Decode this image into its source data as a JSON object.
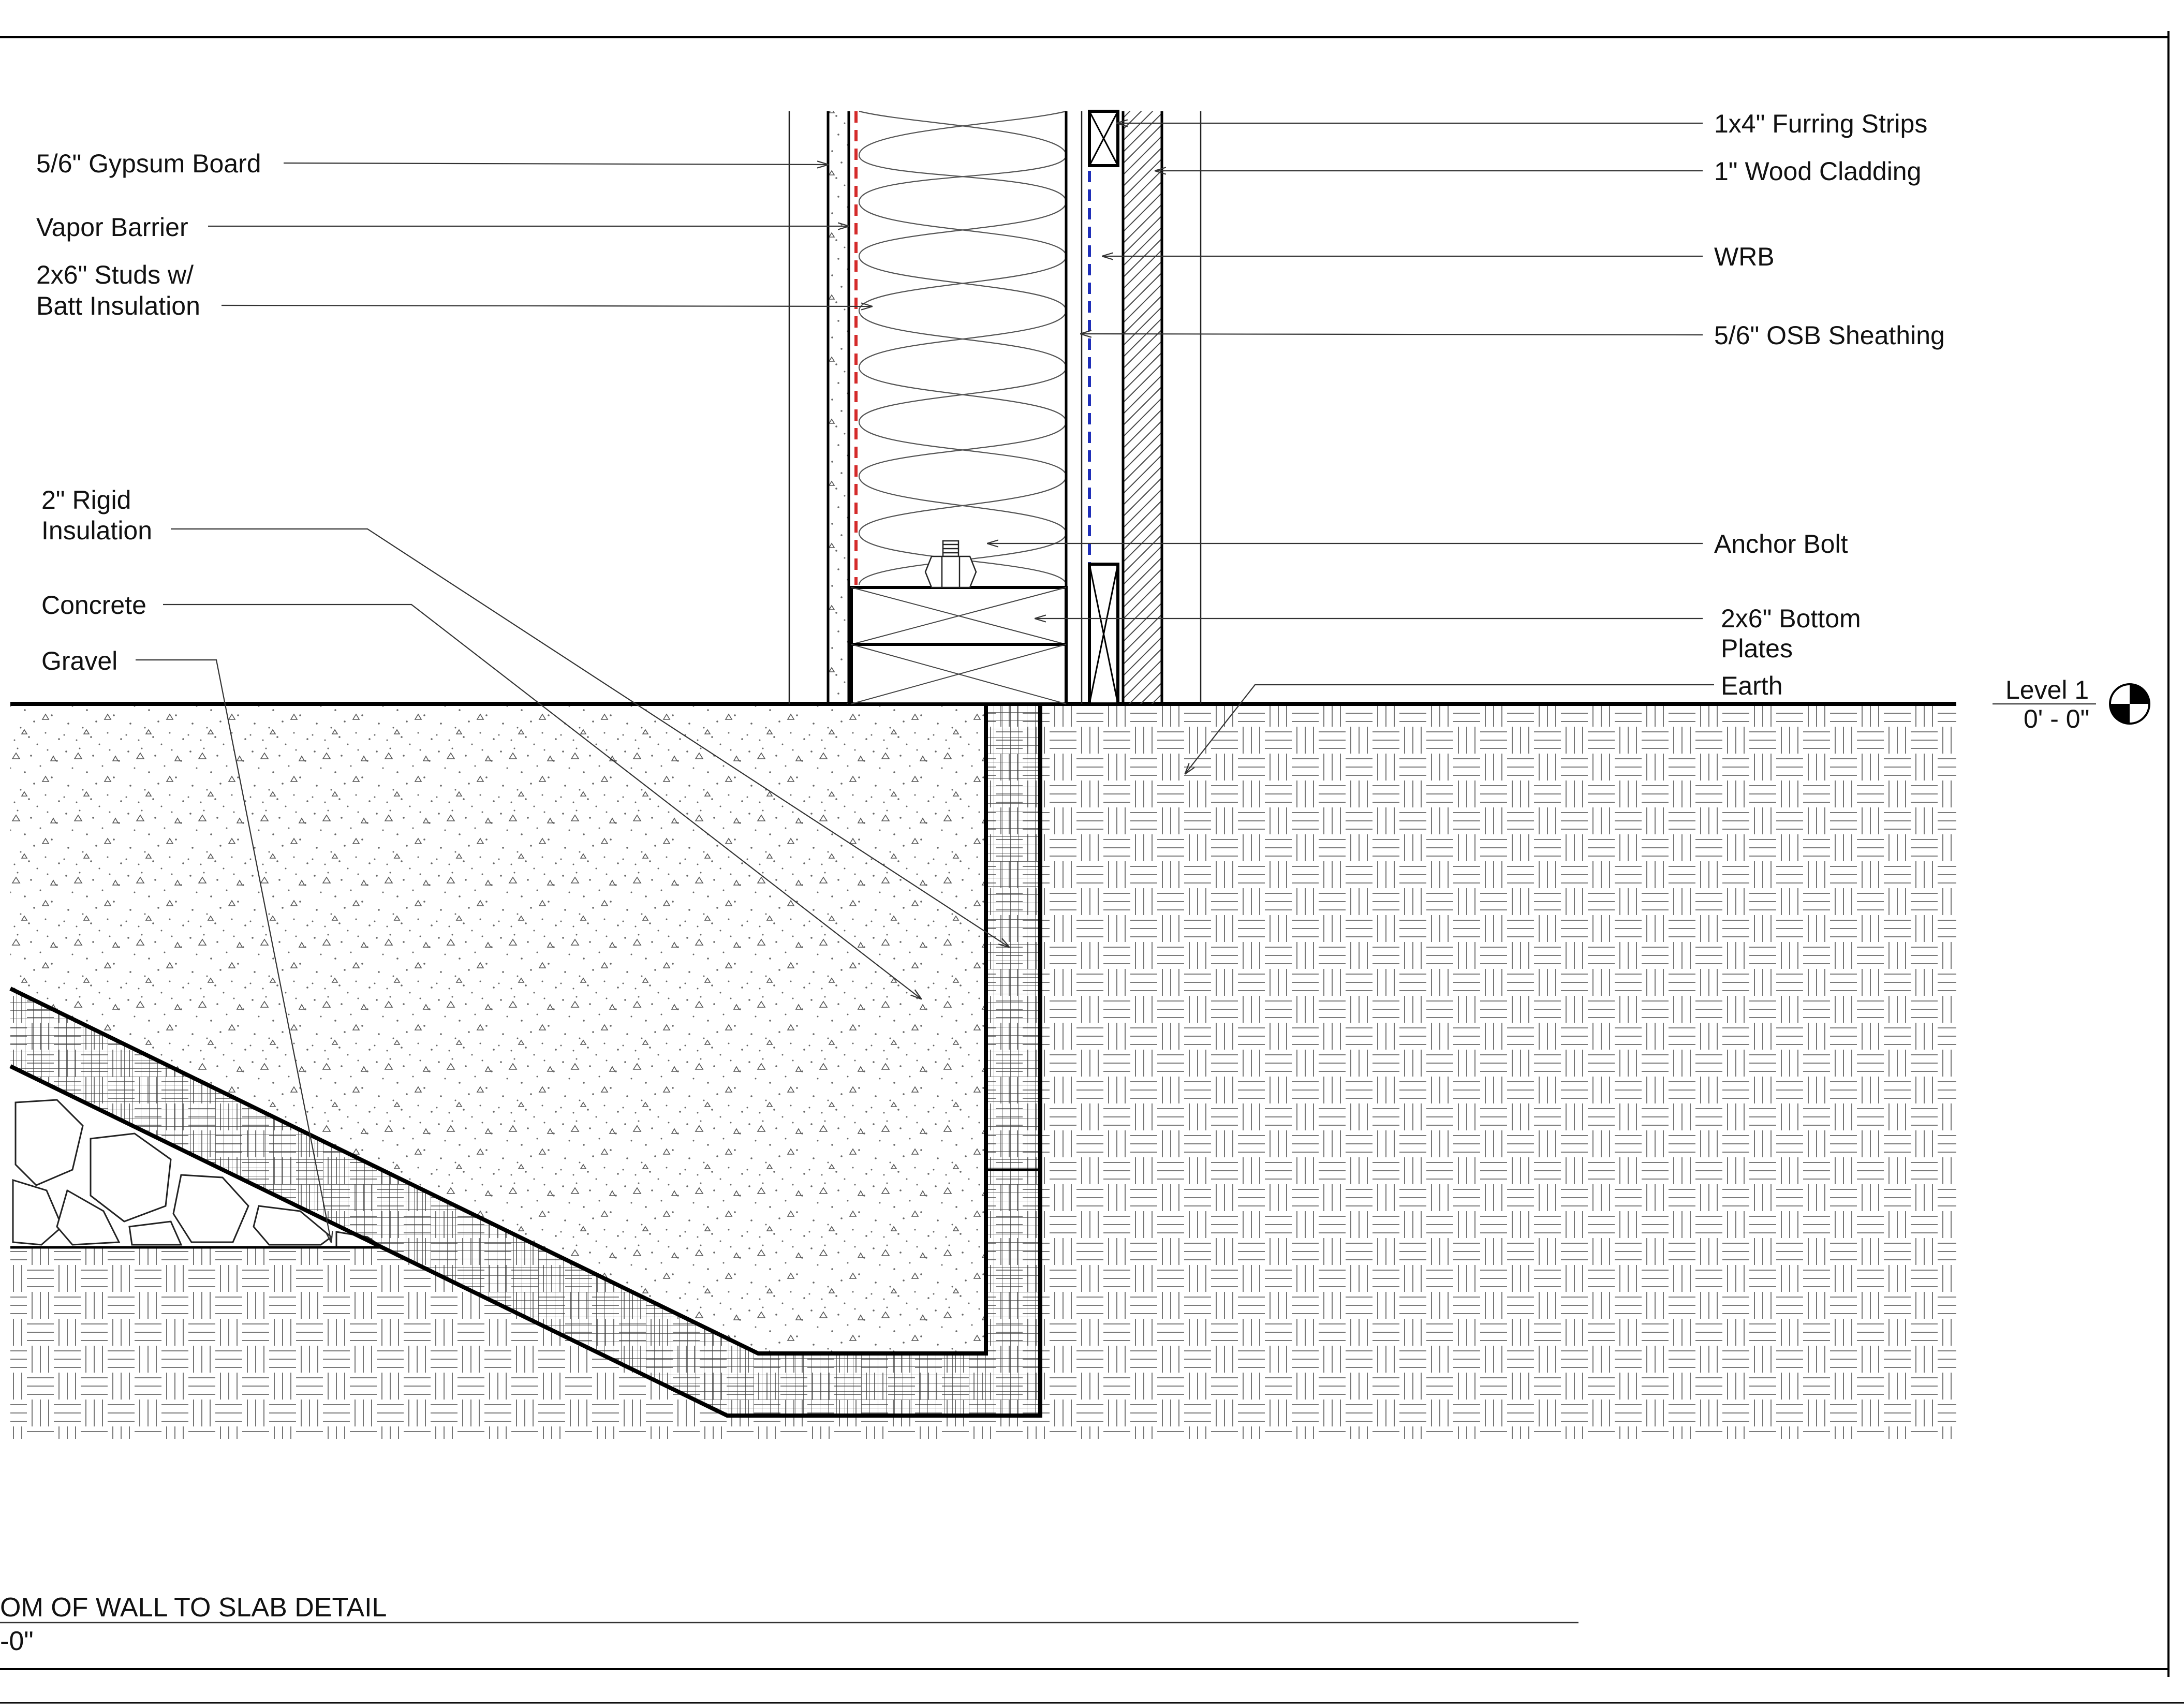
{
  "drawing": {
    "title": "OM OF WALL TO SLAB DETAIL",
    "scale": "-0\"",
    "level": {
      "name": "Level 1",
      "elevation": "0' - 0\""
    }
  },
  "labels": {
    "gypsum": "5/6\" Gypsum Board",
    "vapor": "Vapor Barrier",
    "studs_1": "2x6\" Studs w/",
    "studs_2": "Batt Insulation",
    "rigid_1": "2\" Rigid",
    "rigid_2": "Insulation",
    "concrete": "Concrete",
    "gravel": "Gravel",
    "furring": "1x4\" Furring Strips",
    "cladding": "1\" Wood Cladding",
    "wrb": "WRB",
    "osb": "5/6\" OSB Sheathing",
    "anchor": "Anchor Bolt",
    "plates_1": "2x6\" Bottom",
    "plates_2": "Plates",
    "earth": "Earth"
  },
  "colors": {
    "line": "#000000",
    "vapor_barrier": "#d42a2a",
    "wrb": "#1f2fb8",
    "hatch": "#555555"
  }
}
